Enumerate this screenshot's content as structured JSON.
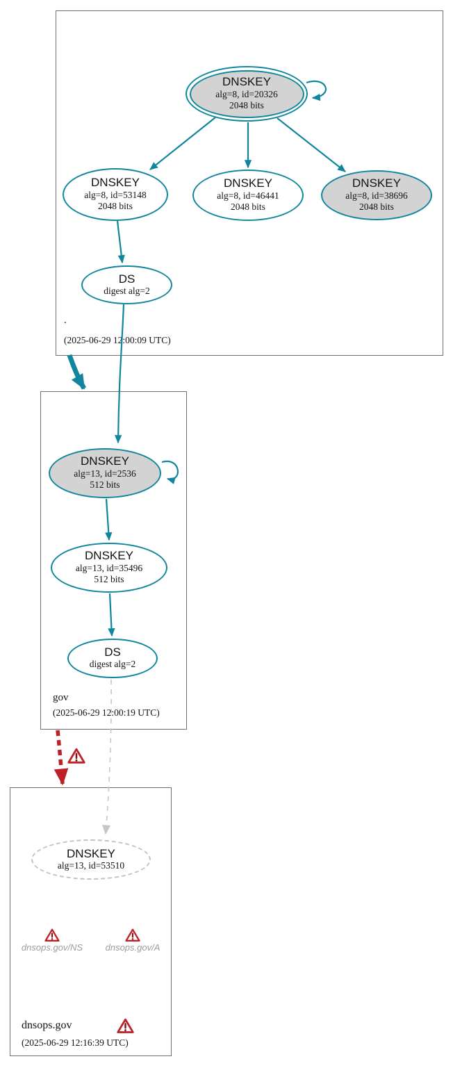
{
  "diagram": {
    "kind": "dnssec-authentication-chain",
    "colors": {
      "secure_teal": "#10869e",
      "error_red": "#c01f25",
      "insecure_gray": "#c2c2c2",
      "ksk_fill": "#d3d3d3",
      "zone_border": "#6f6f6f",
      "muted_text": "#9c9c9c"
    }
  },
  "zones": {
    "root": {
      "name": ".",
      "timestamp": "(2025-06-29 12:00:09 UTC)"
    },
    "gov": {
      "name": "gov",
      "timestamp": "(2025-06-29 12:00:19 UTC)"
    },
    "dnsops": {
      "name": "dnsops.gov",
      "timestamp": "(2025-06-29 12:16:39 UTC)"
    }
  },
  "nodes": {
    "root_ksk": {
      "type": "DNSKEY",
      "detail": "alg=8, id=20326",
      "bits": "2048 bits"
    },
    "root_key_53148": {
      "type": "DNSKEY",
      "detail": "alg=8, id=53148",
      "bits": "2048 bits"
    },
    "root_key_46441": {
      "type": "DNSKEY",
      "detail": "alg=8, id=46441",
      "bits": "2048 bits"
    },
    "root_key_38696": {
      "type": "DNSKEY",
      "detail": "alg=8, id=38696",
      "bits": "2048 bits"
    },
    "root_ds": {
      "type": "DS",
      "detail": "digest alg=2"
    },
    "gov_ksk": {
      "type": "DNSKEY",
      "detail": "alg=13, id=2536",
      "bits": "512 bits"
    },
    "gov_zsk": {
      "type": "DNSKEY",
      "detail": "alg=13, id=35496",
      "bits": "512 bits"
    },
    "gov_ds": {
      "type": "DS",
      "detail": "digest alg=2"
    },
    "dnsops_key": {
      "type": "DNSKEY",
      "detail": "alg=13, id=53510"
    }
  },
  "rrsets": {
    "ns_label": "dnsops.gov/NS",
    "a_label": "dnsops.gov/A"
  }
}
